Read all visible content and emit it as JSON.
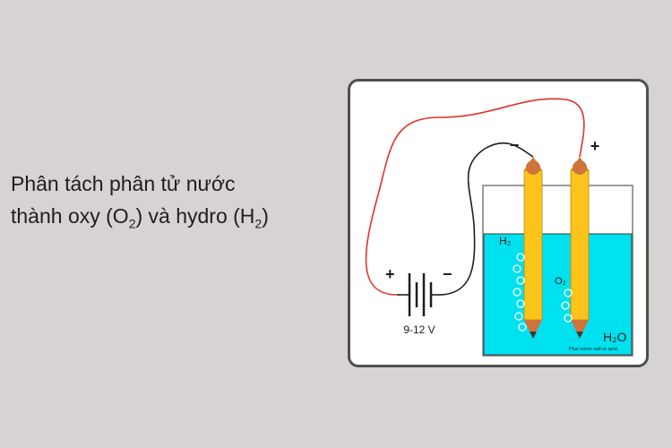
{
  "caption": {
    "line1": "Phân tách phân tử nước",
    "line2_prefix": "thành oxy (O",
    "line2_sub1": "2",
    "line2_mid": ") và hydro (H",
    "line2_sub2": "2",
    "line2_suffix": ")"
  },
  "diagram": {
    "battery": {
      "plus": "+",
      "minus": "−",
      "voltage": "9-12 V"
    },
    "electrodes": {
      "cathode_sign": "−",
      "anode_sign": "+"
    },
    "labels": {
      "h2": "H₂",
      "o2": "O₂",
      "water": "H₂O",
      "note": "Plus some salt or acid"
    },
    "colors": {
      "water": "#00e1f0",
      "pencil": "#fcc31b",
      "pencil_tip": "#d0733a",
      "positive_wire": "#e0322b",
      "negative_wire": "#1e1e1e",
      "frame": "#4f4f4f",
      "background": "#d7d3d2"
    }
  }
}
